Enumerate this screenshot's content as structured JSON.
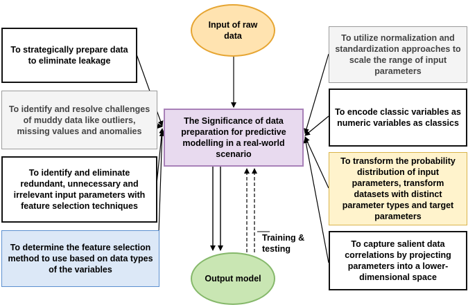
{
  "nodes": {
    "input": "Input of raw data",
    "center": "The Significance of data preparation for predictive modelling in a real-world scenario",
    "output": "Output model",
    "left": [
      "To strategically prepare data to eliminate leakage",
      "To identify and resolve challenges of muddy data like outliers, missing values and anomalies",
      "To identify and eliminate redundant, unnecessary and irrelevant input parameters with feature selection techniques",
      "To determine the feature selection method to use based on data types of the variables"
    ],
    "right": [
      "To utilize normalization and standardization approaches to scale the range of input parameters",
      "To encode classic variables as numeric variables as classics",
      "To transform the probability distribution of input parameters, transform datasets with distinct parameter types and target parameters",
      "To capture salient data correlations by projecting parameters into a lower-dimensional space"
    ]
  },
  "edge_label": "Training & testing",
  "colors": {
    "input_fill": "#ffe3b0",
    "center_fill": "#e8daef",
    "output_fill": "#c9e6b3",
    "yellow_box": "#fff3cc",
    "blue_box": "#dce8f7",
    "grey_box": "#f4f4f4"
  }
}
